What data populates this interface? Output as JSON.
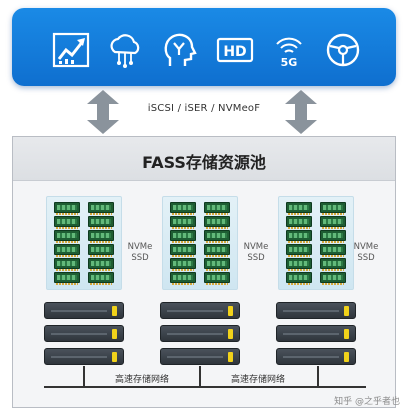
{
  "banner": {
    "icons": [
      "trending-chart-icon",
      "cloud-network-icon",
      "ai-head-icon",
      "hd-icon",
      "5g-signal-icon",
      "steering-wheel-icon"
    ],
    "hd_text": "HD",
    "fiveg_text": "5G"
  },
  "protocol": {
    "label": "iSCSI / iSER / NVMeoF"
  },
  "pool": {
    "title": "FASS存储资源池",
    "nodes": [
      {
        "ssd_label_line1": "NVMe",
        "ssd_label_line2": "SSD"
      },
      {
        "ssd_label_line1": "NVMe",
        "ssd_label_line2": "SSD"
      },
      {
        "ssd_label_line1": "NVMe",
        "ssd_label_line2": "SSD"
      }
    ],
    "network_labels": [
      "高速存储网络",
      "高速存储网络"
    ]
  },
  "watermark": {
    "text": "知乎 @之乎者也"
  },
  "colors": {
    "banner": "#1480db",
    "chip": "#1e5d33",
    "led": "#f1d21a",
    "drive": "#3a4148"
  }
}
